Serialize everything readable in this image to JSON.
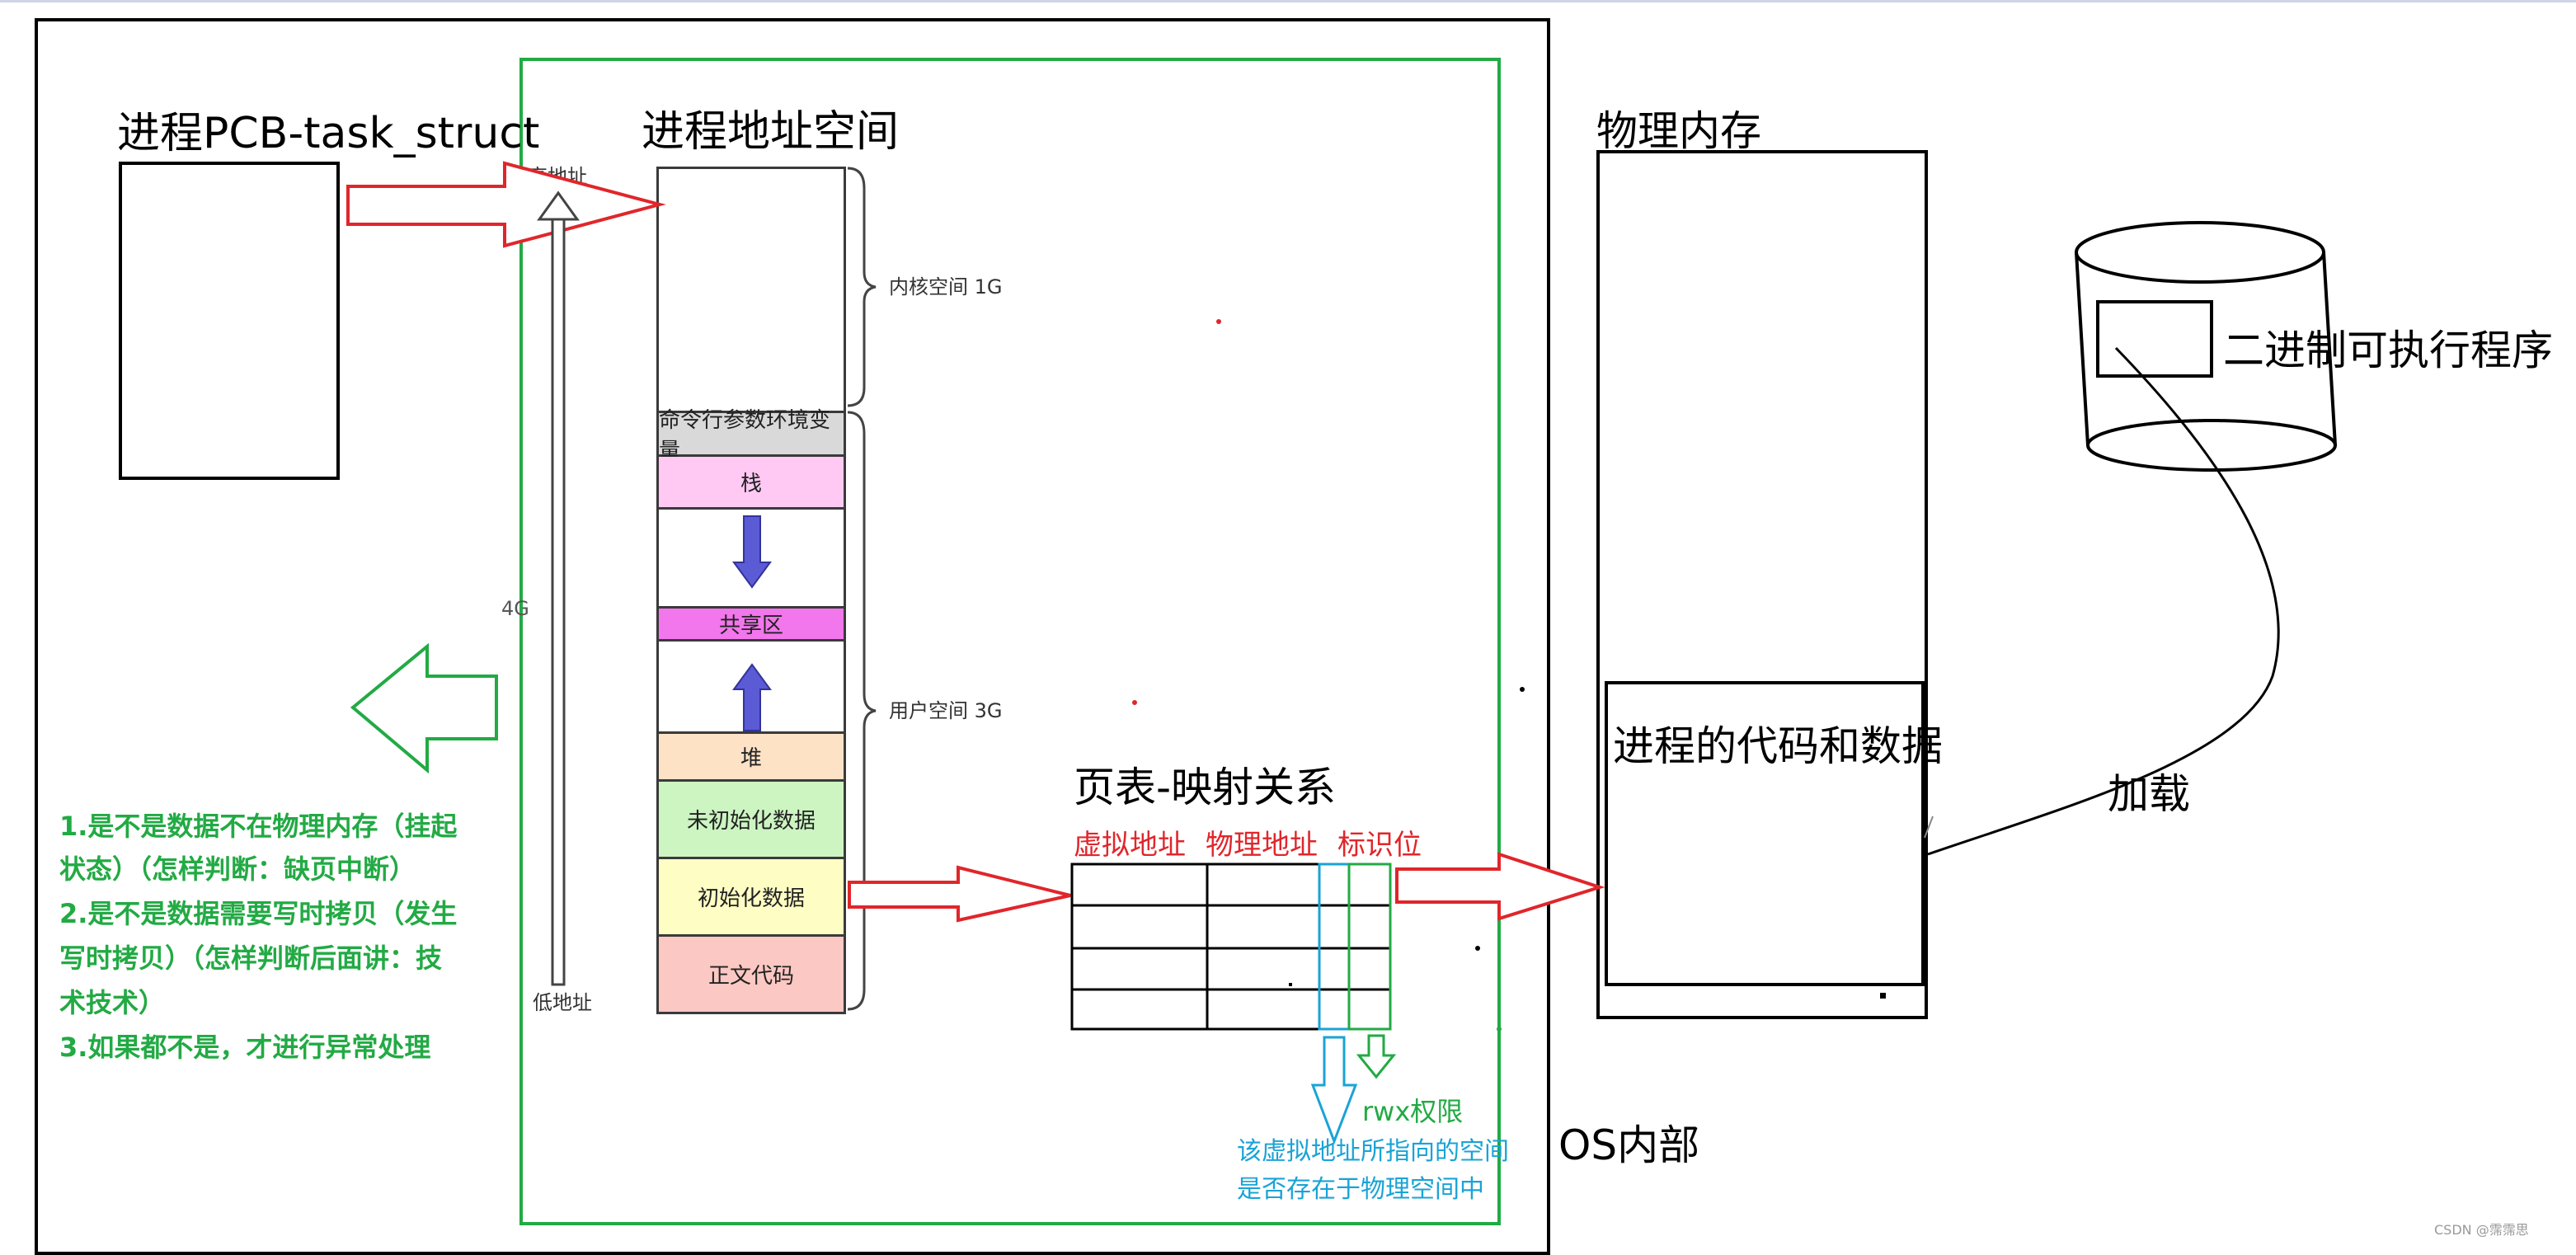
{
  "colors": {
    "outer_border": "#000000",
    "os_border": "#22aa44",
    "arrow_red": "#e0262b",
    "arrow_blue": "#5b5bd6",
    "notes_green": "#22aa44",
    "cyan": "#1aa3d6",
    "seg_cmd": "#d9d9d9",
    "seg_stack": "#ffc9f4",
    "seg_shared": "#f276ec",
    "seg_heap": "#fde2c6",
    "seg_uninit": "#ccf5c2",
    "seg_init": "#fdfdc4",
    "seg_text": "#fbc8c3"
  },
  "pcb": {
    "title": "进程PCB-task_struct"
  },
  "addr_space": {
    "title": "进程地址空间",
    "high_label": "高地址",
    "low_label": "低地址",
    "size_label": "4G",
    "kernel_label": "内核空间 1G",
    "user_label": "用户空间 3G",
    "segments": {
      "cmd": "命令行参数环境变量",
      "stack": "栈",
      "shared": "共享区",
      "heap": "堆",
      "uninit": "未初始化数据",
      "init": "初始化数据",
      "text": "正文代码"
    }
  },
  "page_table": {
    "title": "页表-映射关系",
    "col_virtual": "虚拟地址",
    "col_physical": "物理地址",
    "col_flag": "标识位",
    "rwx_label": "rwx权限",
    "exist_line1": "该虚拟地址所指向的空间",
    "exist_line2": "是否存在于物理空间中"
  },
  "os_label": "OS内部",
  "physical": {
    "title": "物理内存",
    "proc_label": "进程的代码和数据"
  },
  "disk": {
    "label": "二进制可执行程序",
    "load_label": "加载"
  },
  "notes": {
    "l1": "1.是不是数据不在物理内存（挂起",
    "l2": "状态）（怎样判断：缺页中断）",
    "l3": "2.是不是数据需要写时拷贝（发生",
    "l4": "写时拷贝）（怎样判断后面讲：技",
    "l5": "术技术）",
    "l6": "3.如果都不是，才进行异常处理"
  },
  "watermark": "CSDN @霈霈思"
}
